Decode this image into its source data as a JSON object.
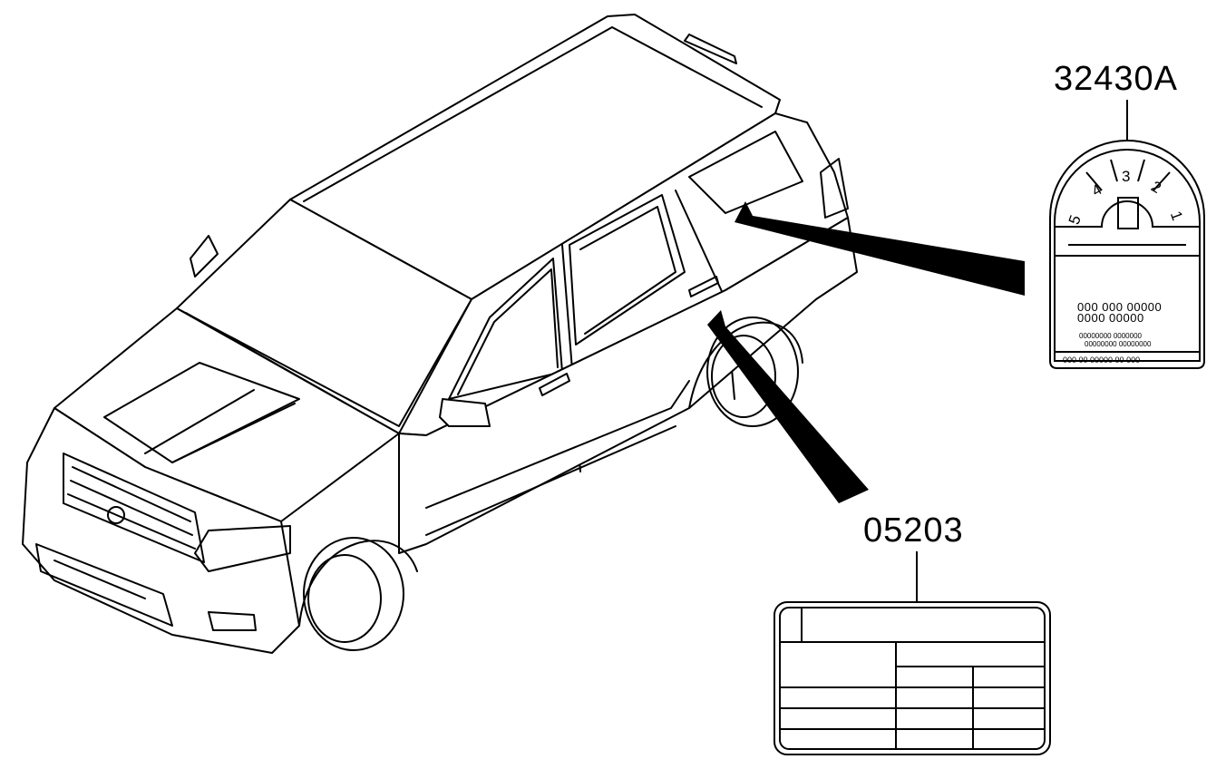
{
  "parts": [
    {
      "part_number": "32430A",
      "depicts": "emission label",
      "dial_numbers": [
        "5",
        "4",
        "3",
        "2",
        "1"
      ],
      "text_lines": [
        "000 000 00000",
        "0000 00000",
        "00000000 0000000",
        "00000000 00000000",
        "000 00 00000 00 000"
      ]
    },
    {
      "part_number": "05203",
      "depicts": "tire pressure label"
    }
  ],
  "colors": {
    "line": "#000000",
    "background": "#ffffff"
  }
}
